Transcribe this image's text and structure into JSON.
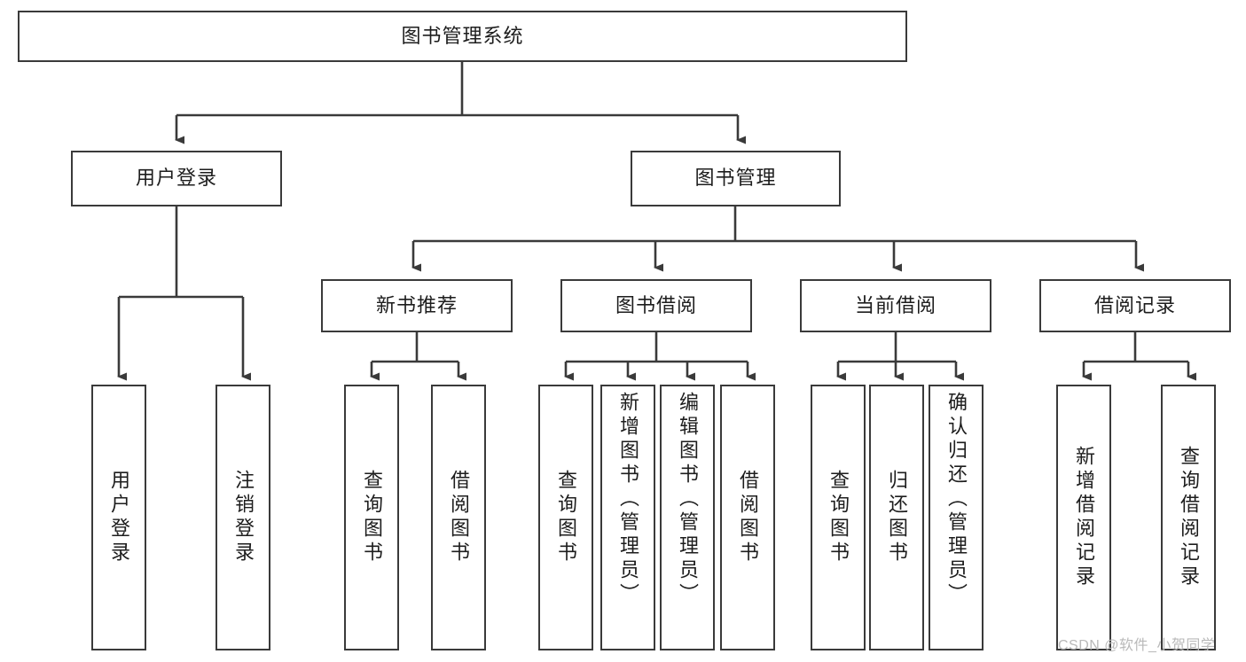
{
  "diagram": {
    "title": "图书管理系统",
    "type": "hierarchical-tree",
    "watermark": "CSDN @软件_小贺同学",
    "colors": {
      "stroke": "#3a3a3a",
      "box_fill": "#ffffff",
      "text": "#1d1d1d",
      "watermark": "#b9b9b9",
      "background": "#ffffff"
    },
    "root": {
      "label": "图书管理系统"
    },
    "level1": [
      {
        "id": "user-login",
        "label": "用户登录"
      },
      {
        "id": "book-manage",
        "label": "图书管理"
      }
    ],
    "level2": [
      {
        "id": "new-book-recommend",
        "label": "新书推荐",
        "parent": "book-manage"
      },
      {
        "id": "book-borrow",
        "label": "图书借阅",
        "parent": "book-manage"
      },
      {
        "id": "current-borrow",
        "label": "当前借阅",
        "parent": "book-manage"
      },
      {
        "id": "borrow-record",
        "label": "借阅记录",
        "parent": "book-manage"
      }
    ],
    "leaves": [
      {
        "id": "leaf-user-login",
        "label": "用户登录",
        "parent": "user-login"
      },
      {
        "id": "leaf-user-logout",
        "label": "注销登录",
        "parent": "user-login"
      },
      {
        "id": "leaf-query-book-1",
        "label": "查询图书",
        "parent": "new-book-recommend"
      },
      {
        "id": "leaf-borrow-book-1",
        "label": "借阅图书",
        "parent": "new-book-recommend"
      },
      {
        "id": "leaf-query-book-2",
        "label": "查询图书",
        "parent": "book-borrow"
      },
      {
        "id": "leaf-add-book",
        "label": "新增图书（管理员）",
        "parent": "book-borrow"
      },
      {
        "id": "leaf-edit-book",
        "label": "编辑图书（管理员）",
        "parent": "book-borrow"
      },
      {
        "id": "leaf-borrow-book-2",
        "label": "借阅图书",
        "parent": "book-borrow"
      },
      {
        "id": "leaf-query-book-3",
        "label": "查询图书",
        "parent": "current-borrow"
      },
      {
        "id": "leaf-return-book",
        "label": "归还图书",
        "parent": "current-borrow"
      },
      {
        "id": "leaf-confirm-return",
        "label": "确认归还（管理员）",
        "parent": "current-borrow"
      },
      {
        "id": "leaf-add-record",
        "label": "新增借阅记录",
        "parent": "borrow-record"
      },
      {
        "id": "leaf-query-record",
        "label": "查询借阅记录",
        "parent": "borrow-record"
      }
    ]
  }
}
